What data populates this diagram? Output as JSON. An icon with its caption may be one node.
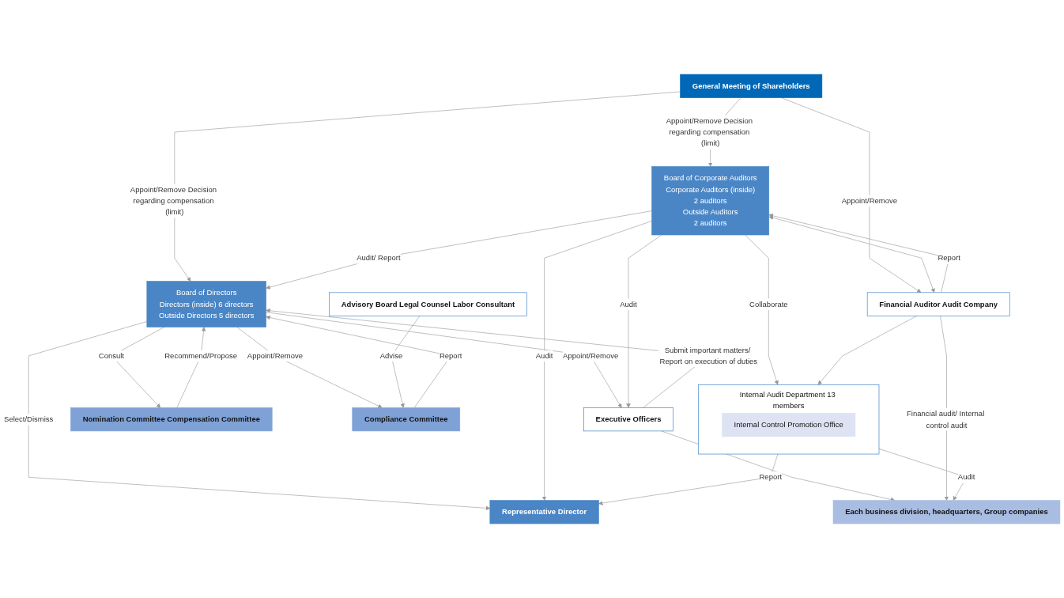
{
  "diagram": {
    "nodes": [
      {
        "text": [
          "General Meeting of Shareholders"
        ]
      },
      {
        "text": [
          "Board of Directors",
          "Directors (inside) 6 directors",
          "Outside Directors 5 directors"
        ]
      },
      {
        "text": [
          "Board of Corporate Auditors",
          "Corporate Auditors (inside)",
          "2 auditors",
          "Outside Auditors",
          "2 auditors"
        ]
      },
      {
        "text": [
          "Financial Auditor Audit Company"
        ]
      },
      {
        "text": [
          "Nomination Committee Compensation Committee"
        ]
      },
      {
        "text": [
          "Compliance Committee"
        ]
      },
      {
        "text": [
          "Representative Director"
        ]
      },
      {
        "text": [
          "Internal Audit Department 13 members"
        ]
      },
      {
        "text": [
          "Internal Control Promotion Office"
        ],
        "in": 7
      },
      {
        "text": [
          "Advisory Board Legal Counsel Labor Consultant"
        ]
      },
      {
        "text": [
          "Executive Officers"
        ]
      },
      {
        "text": [
          "Each business division, headquarters, Group companies"
        ]
      }
    ],
    "edges": [
      {
        "from": 0,
        "to": 1,
        "arrow": "to",
        "label": "Appoint/Remove Decision regarding compensation (limit)"
      },
      {
        "from": 0,
        "to": 2,
        "arrow": "to",
        "label": "Appoint/Remove Decision regarding compensation (limit)"
      },
      {
        "from": 0,
        "to": 3,
        "arrow": "to",
        "label": "Appoint/Remove"
      },
      {
        "from": 1,
        "to": 4,
        "arrow": "to",
        "label": "Consult"
      },
      {
        "from": 4,
        "to": 1,
        "arrow": "to",
        "label": "Recommend/Propose"
      },
      {
        "from": 2,
        "to": 1,
        "arrow": "to",
        "label": "Audit/ Report"
      },
      {
        "from": 3,
        "to": 2,
        "arrow": "to",
        "label": "Report"
      },
      {
        "from": 2,
        "to": 3,
        "arrow": "both"
      },
      {
        "from": 2,
        "to": 7,
        "arrow": "to",
        "label": "Collaborate"
      },
      {
        "from": 3,
        "to": 7,
        "arrow": "to"
      },
      {
        "from": 1,
        "to": 6,
        "arrow": "to",
        "label": "Select/Dismiss"
      },
      {
        "from": 2,
        "to": 6,
        "arrow": "to",
        "label": "Audit"
      },
      {
        "from": 1,
        "to": 5,
        "arrow": "to",
        "label": "Appoint/Remove"
      },
      {
        "from": 5,
        "to": 1,
        "arrow": "to",
        "label": "Report"
      },
      {
        "from": 9,
        "to": 5,
        "arrow": "to",
        "label": "Advise"
      },
      {
        "from": 1,
        "to": 10,
        "arrow": "to",
        "label": "Appoint/Remove"
      },
      {
        "from": 10,
        "to": 1,
        "arrow": "to",
        "label": "Submit important matters/ Report on execution of duties"
      },
      {
        "from": 2,
        "to": 10,
        "arrow": "to",
        "label": "Audit"
      },
      {
        "from": 7,
        "to": 6,
        "arrow": "to",
        "label": "Report"
      },
      {
        "from": 10,
        "to": 11,
        "arrow": "to"
      },
      {
        "from": 7,
        "to": 11,
        "arrow": "to",
        "label": "Audit"
      },
      {
        "from": 3,
        "to": 11,
        "arrow": "to",
        "label": "Financial audit/ Internal control audit"
      }
    ]
  }
}
